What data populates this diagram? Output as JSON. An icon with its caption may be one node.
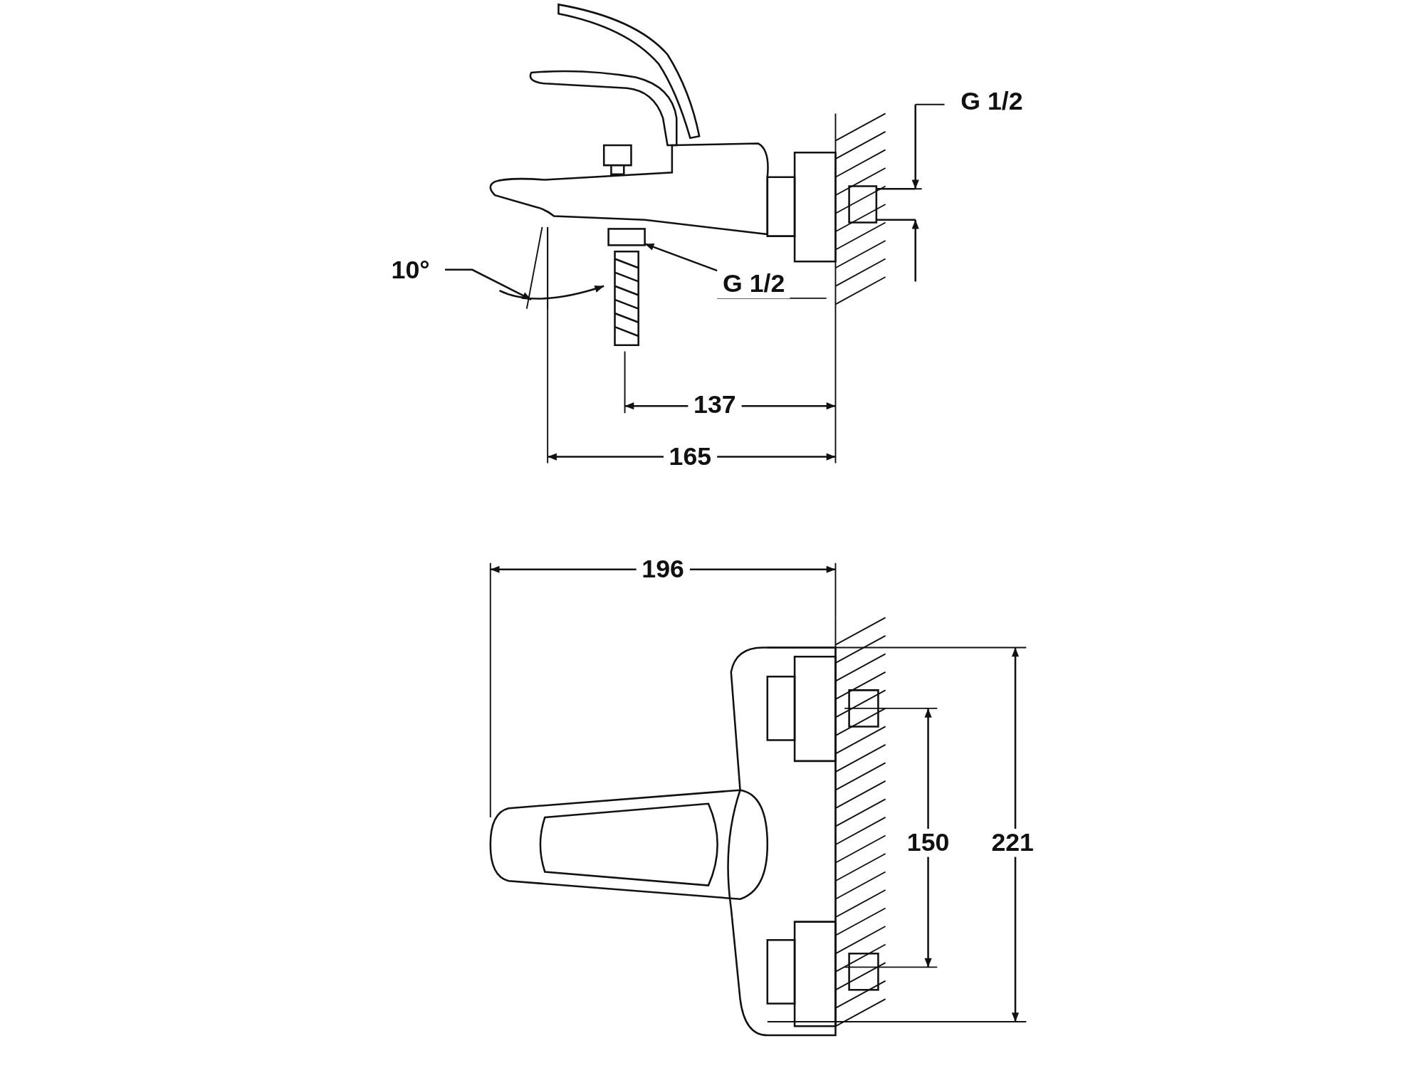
{
  "diagram": {
    "nodes": [
      {
        "text": [
          "G 1/2"
        ]
      },
      {
        "text": [],
        "shape": "box"
      }
    ],
    "edges": [
      {
        "from": 0,
        "to": 1,
        "arrow": "to"
      }
    ],
    "labels": [
      "G 1/2",
      "10°",
      "137",
      "165",
      "196",
      "150",
      "221"
    ]
  }
}
